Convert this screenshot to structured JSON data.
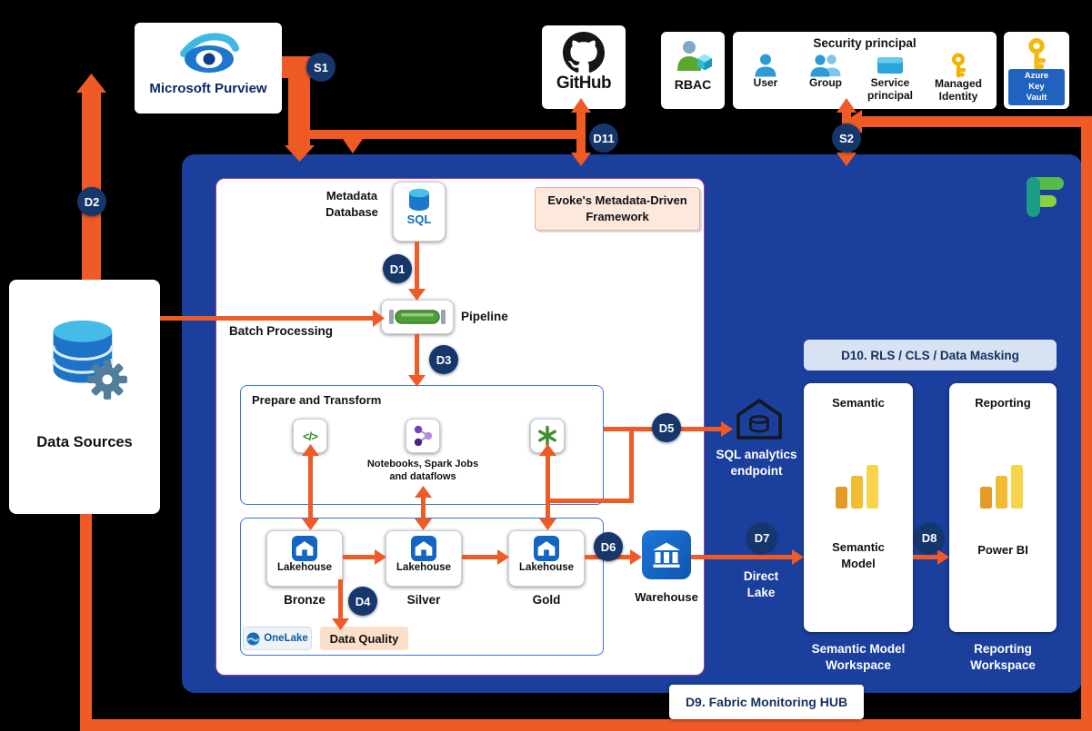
{
  "colors": {
    "background": "#000000",
    "fabric_blue": "#1A3F9C",
    "arrow_orange": "#EF5A25",
    "badge_navy": "#16376C",
    "framework_border": "#A6409C",
    "inner_box_border": "#3C74D8",
    "evoke_box_bg": "#FCE9DC",
    "data_quality_bg": "#FBDFCB",
    "d10_chip_bg": "#D8E2F2",
    "lakehouse_blue": "#1166C4",
    "powerbi_yellow": "#F2C230"
  },
  "top": {
    "purview_label": "Microsoft Purview",
    "github_label": "GitHub",
    "rbac_label": "RBAC",
    "security": {
      "title": "Security principal",
      "items": [
        {
          "label": "User"
        },
        {
          "label": "Group"
        },
        {
          "label": "Service principal"
        },
        {
          "label": "Managed Identity"
        }
      ]
    },
    "key_vault_label": "Azure Key Vault"
  },
  "left_panel": {
    "data_sources_label": "Data Sources"
  },
  "badges": {
    "s1": "S1",
    "s2": "S2",
    "d1": "D1",
    "d2": "D2",
    "d3": "D3",
    "d4": "D4",
    "d5": "D5",
    "d6": "D6",
    "d7": "D7",
    "d8": "D8",
    "d11": "D11"
  },
  "framework": {
    "metadata_db_label": "Metadata Database",
    "sql_icon_label": "SQL",
    "evokes_label": "Evoke's Metadata-Driven Framework",
    "batch_label": "Batch Processing",
    "pipeline_label": "Pipeline",
    "prepare_title": "Prepare and Transform",
    "code_glyph": "</>",
    "notebooks_caption": "Notebooks, Spark Jobs and dataflows",
    "lakehouse_label": "Lakehouse",
    "tiers": {
      "bronze": "Bronze",
      "silver": "Silver",
      "gold": "Gold"
    },
    "onelake_label": "OneLake",
    "data_quality_label": "Data Quality",
    "warehouse_label": "Warehouse"
  },
  "fabric": {
    "sql_endpoint_label": "SQL analytics endpoint",
    "direct_lake_label": "Direct Lake",
    "d10_label": "D10. RLS / CLS / Data Masking",
    "d9_label": "D9. Fabric Monitoring HUB",
    "semantic_title": "Semantic",
    "semantic_model_label": "Semantic Model",
    "semantic_workspace_label": "Semantic Model Workspace",
    "reporting_title": "Reporting",
    "powerbi_label": "Power BI",
    "reporting_workspace_label": "Reporting Workspace"
  }
}
